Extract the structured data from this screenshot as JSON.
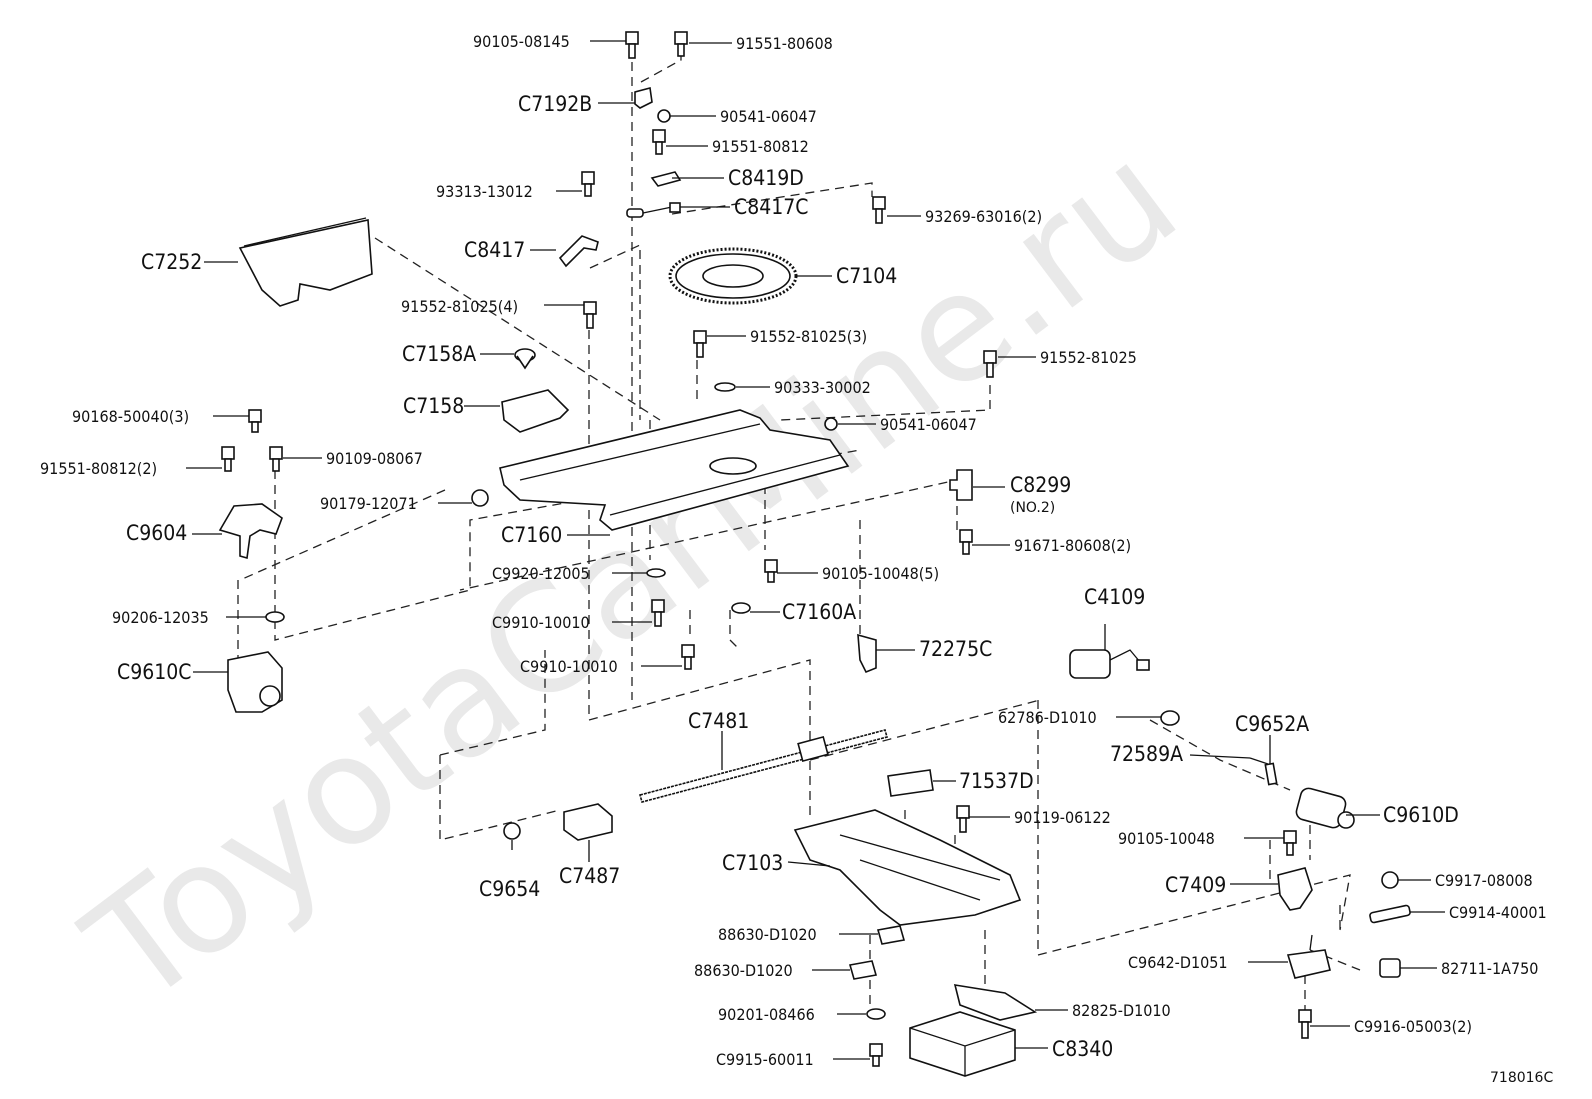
{
  "watermark": "ToyotaCarMine.ru",
  "diagram_id": "718016C",
  "labels": {
    "p90105_08145": "90105-08145",
    "p91551_80608": "91551-80608",
    "pC7192B": "C7192B",
    "p90541_06047a": "90541-06047",
    "p91551_80812": "91551-80812",
    "pC8419D": "C8419D",
    "p93313_13012": "93313-13012",
    "pC8417C": "C8417C",
    "p93269_63016": "93269-63016(2)",
    "pC8417": "C8417",
    "pC7252": "C7252",
    "pC7104": "C7104",
    "p91552_81025_4": "91552-81025(4)",
    "p91552_81025_3": "91552-81025(3)",
    "pC7158A": "C7158A",
    "p91552_81025": "91552-81025",
    "p90333_30002": "90333-30002",
    "pC7158": "C7158",
    "p90168_50040": "90168-50040(3)",
    "p90541_06047b": "90541-06047",
    "p91551_80812_2": "91551-80812(2)",
    "p90109_08067": "90109-08067",
    "pC8299": "C8299",
    "pNO2": "(NO.2)",
    "p90179_12071": "90179-12071",
    "pC9604": "C9604",
    "pC7160": "C7160",
    "p91671_80608": "91671-80608(2)",
    "pC9920_12005": "C9920-12005",
    "p90105_10048_5": "90105-10048(5)",
    "p90206_12035": "90206-12035",
    "pC9910_10010a": "C9910-10010",
    "pC7160A": "C7160A",
    "pC4109": "C4109",
    "p72275C": "72275C",
    "pC9610C": "C9610C",
    "pC9910_10010b": "C9910-10010",
    "p62786_D1010": "62786-D1010",
    "pC7481": "C7481",
    "pC9652A": "C9652A",
    "p72589A": "72589A",
    "p71537D": "71537D",
    "pC9610D": "C9610D",
    "p90119_06122": "90119-06122",
    "p90105_10048": "90105-10048",
    "pC7103": "C7103",
    "pC7409": "C7409",
    "pC9917_08008": "C9917-08008",
    "pC9654": "C9654",
    "pC7487": "C7487",
    "pC9914_40001": "C9914-40001",
    "p88630_D1020a": "88630-D1020",
    "p88630_D1020b": "88630-D1020",
    "pC9642_D1051": "C9642-D1051",
    "p82711_1A750": "82711-1A750",
    "p90201_08466": "90201-08466",
    "p82825_D1010": "82825-D1010",
    "pC9916_05003": "C9916-05003(2)",
    "pC9915_60011": "C9915-60011",
    "pC8340": "C8340"
  }
}
